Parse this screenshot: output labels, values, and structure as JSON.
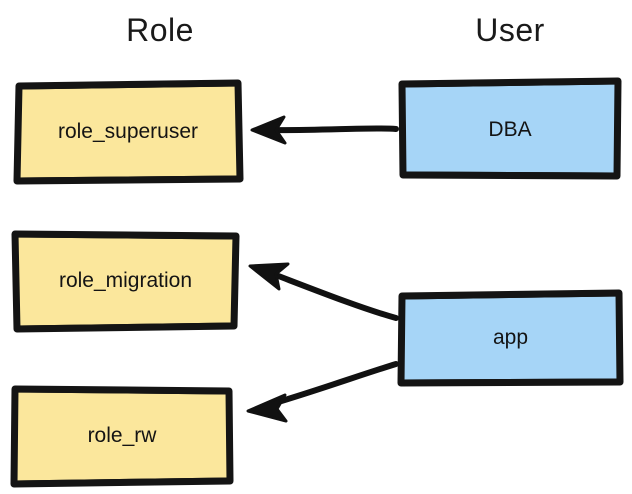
{
  "diagram": {
    "title_columns": {
      "role": "Role",
      "user": "User"
    },
    "style": {
      "role_fill": "#FBE79C",
      "user_fill": "#A6D5F7",
      "stroke": "#1a1a1a",
      "background": "#ffffff",
      "sketch": "hand-drawn"
    },
    "nodes": [
      {
        "id": "role_superuser",
        "label": "role_superuser",
        "column": "Role",
        "fill": "#FBE79C"
      },
      {
        "id": "role_migration",
        "label": "role_migration",
        "column": "Role",
        "fill": "#FBE79C"
      },
      {
        "id": "role_rw",
        "label": "role_rw",
        "column": "Role",
        "fill": "#FBE79C"
      },
      {
        "id": "dba",
        "label": "DBA",
        "column": "User",
        "fill": "#A6D5F7"
      },
      {
        "id": "app",
        "label": "app",
        "column": "User",
        "fill": "#A6D5F7"
      }
    ],
    "edges": [
      {
        "from": "dba",
        "to": "role_superuser",
        "direction": "right-to-left",
        "arrowhead": "end"
      },
      {
        "from": "app",
        "to": "role_migration",
        "direction": "right-to-left",
        "arrowhead": "end"
      },
      {
        "from": "app",
        "to": "role_rw",
        "direction": "right-to-left",
        "arrowhead": "end"
      }
    ]
  }
}
